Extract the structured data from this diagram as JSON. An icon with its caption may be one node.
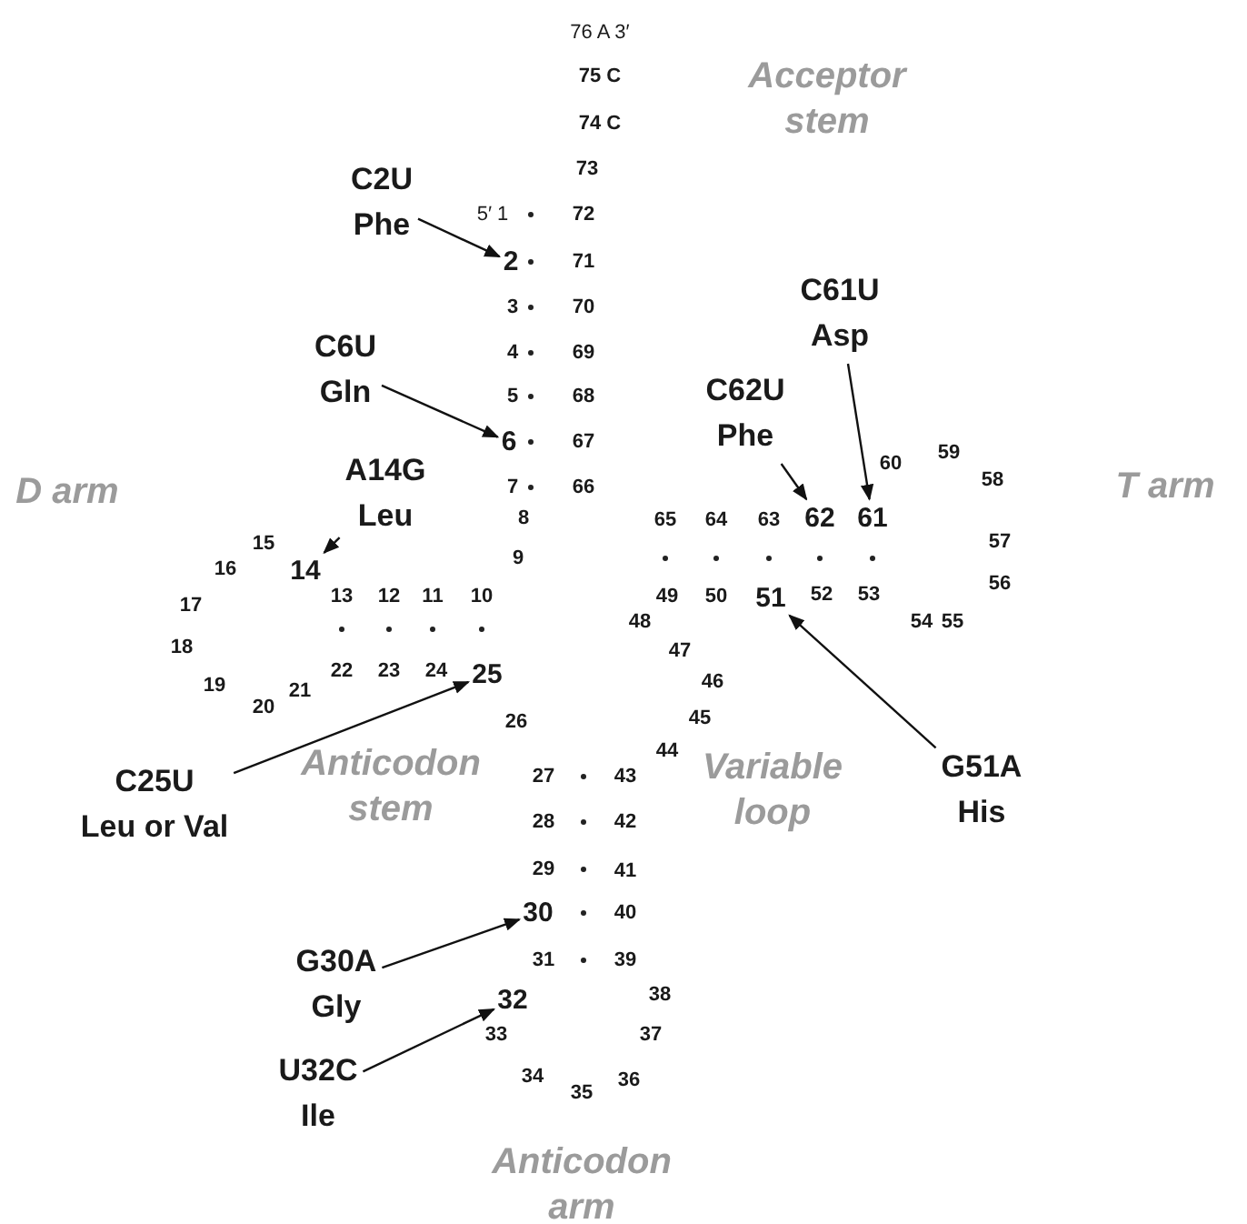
{
  "diagram": {
    "nodes": [
      {
        "text": [
          "C2U",
          "Phe"
        ]
      },
      {
        "text": [
          "2"
        ]
      },
      {
        "text": [
          "C6U",
          "Gln"
        ]
      },
      {
        "text": [
          "6"
        ]
      },
      {
        "text": [
          "C61U",
          "Asp"
        ]
      },
      {
        "text": [
          "61"
        ]
      },
      {
        "text": [
          "C62U",
          "Phe"
        ]
      },
      {
        "text": [
          "62"
        ]
      },
      {
        "text": [
          "A14G",
          "Leu"
        ]
      },
      {
        "text": [
          "14"
        ]
      },
      {
        "text": [
          "G51A",
          "His"
        ]
      },
      {
        "text": [
          "51"
        ]
      },
      {
        "text": [
          "C25U",
          "Leu or Val"
        ]
      },
      {
        "text": [
          "25"
        ]
      },
      {
        "text": [
          "G30A",
          "Gly"
        ]
      },
      {
        "text": [
          "30"
        ]
      },
      {
        "text": [
          "U32C",
          "Ile"
        ]
      },
      {
        "text": [
          "32"
        ]
      }
    ],
    "edges": [
      {
        "from": 0,
        "to": 1,
        "arrow": "to"
      },
      {
        "from": 2,
        "to": 3,
        "arrow": "to"
      },
      {
        "from": 4,
        "to": 5,
        "arrow": "to"
      },
      {
        "from": 6,
        "to": 7,
        "arrow": "to"
      },
      {
        "from": 8,
        "to": 9,
        "arrow": "to"
      },
      {
        "from": 10,
        "to": 11,
        "arrow": "to"
      },
      {
        "from": 12,
        "to": 13,
        "arrow": "to"
      },
      {
        "from": 14,
        "to": 15,
        "arrow": "to"
      },
      {
        "from": 16,
        "to": 17,
        "arrow": "to"
      }
    ],
    "labels": [
      "76 A 3′",
      "75 C",
      "Acceptor stem",
      "74 C",
      "73",
      "5′ 1",
      "72",
      "71",
      "3",
      "70",
      "4",
      "69",
      "5",
      "68",
      "67",
      "D arm",
      "7",
      "66",
      "60",
      "59",
      "58",
      "T arm",
      "15",
      "8",
      "65",
      "64",
      "63",
      "57",
      "16",
      "9",
      "56",
      "17",
      "13",
      "12",
      "11",
      "10",
      "49",
      "50",
      "52",
      "53",
      "48",
      "54",
      "55",
      "18",
      "47",
      "19",
      "21",
      "22",
      "23",
      "24",
      "46",
      "20",
      "26",
      "45",
      "44",
      "Anticodon stem",
      "27",
      "43",
      "Variable loop",
      "28",
      "42",
      "29",
      "41",
      "40",
      "31",
      "39",
      "38",
      "33",
      "37",
      "34",
      "35",
      "36",
      "Anticodon arm"
    ]
  }
}
